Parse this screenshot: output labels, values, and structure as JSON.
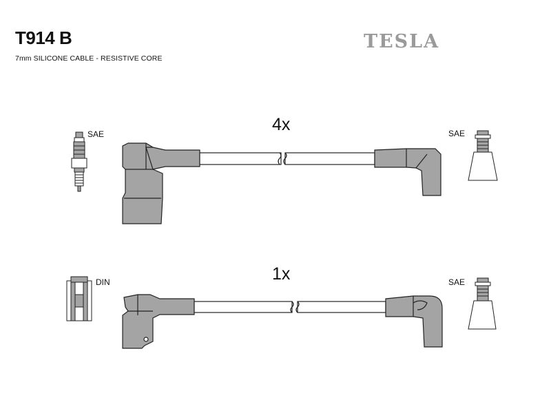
{
  "header": {
    "part_code": "T914 B",
    "subtitle": "7mm SILICONE CABLE - RESISTIVE CORE",
    "brand": "TESLA"
  },
  "sets": [
    {
      "quantity": "4x",
      "left_connector_label": "SAE",
      "right_connector_label": "SAE"
    },
    {
      "quantity": "1x",
      "left_connector_label": "DIN",
      "right_connector_label": "SAE"
    }
  ],
  "colors": {
    "boot": "#a4a4a4",
    "cable": "#ffffff",
    "outline": "#222222",
    "brand": "#9a9a9a"
  }
}
